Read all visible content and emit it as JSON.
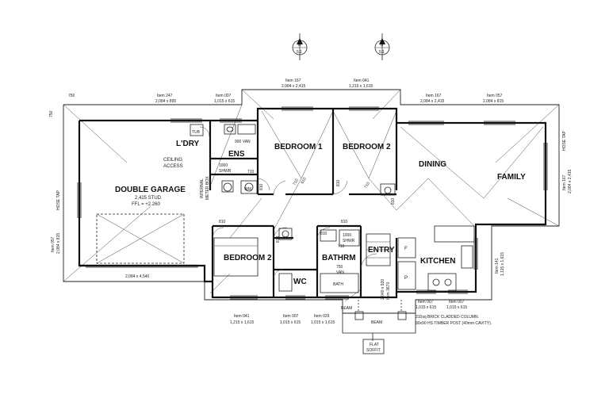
{
  "rooms": {
    "double_garage": "DOUBLE GARAGE",
    "laundry": "L'DRY",
    "ensuite": "ENS",
    "bedroom1": "BEDROOM 1",
    "bedroom2_top": "BEDROOM 2",
    "dining": "DINING",
    "family": "FAMILY",
    "bedroom2_bottom": "BEDROOM 2",
    "bathroom": "BATHRM",
    "wc": "WC",
    "entry": "ENTRY",
    "kitchen": "KITCHEN"
  },
  "garage_notes": {
    "stud": "2,425 STUD",
    "ffl": "FFL = +2.260",
    "ceiling_access_1": "CEILING",
    "ceiling_access_2": "ACCESS",
    "meter_box_1": "INTERNAL",
    "meter_box_2": "METER BOX",
    "tub": "TUB"
  },
  "fixtures": {
    "van_900": "900 VAN",
    "shwr_1000_a1": "1000",
    "shwr_1000_a2": "SHWR",
    "shwr_1000_b1": "1000",
    "shwr_1000_b2": "SHWR",
    "van_750_1": "750",
    "van_750_2": "VAN",
    "bath": "BATH",
    "fridge": "F",
    "pantry": "P",
    "wm": "WM"
  },
  "sections": {
    "a_letter": "A",
    "a_sheet": "5.1",
    "b_letter": "B",
    "b_sheet": "5.1"
  },
  "dimensions": {
    "d750": "750",
    "d750_side": "750",
    "d710": "710",
    "d810_ens": "810",
    "d810_bed1": "810",
    "d810_bed2": "810",
    "d810_hall": "810",
    "d810_bath": "810",
    "d810_entry": "810",
    "d710_b": "710",
    "d710_c": "710",
    "d610": "610",
    "d710_bath": "710",
    "d810_wc": "810"
  },
  "windows": {
    "top_item247_a": "Item 247",
    "top_item247_b": "2,084 x 895",
    "top_item007_a": "Item 007",
    "top_item007_b": "1,015 x 615",
    "top_item167_a": "Item 167",
    "top_item167_b": "2,084 x 2,415",
    "top_item041_a": "Item 041",
    "top_item041_b": "1,215 x 1,615",
    "top_item167b_a": "Item 167",
    "top_item167b_b": "2,084 x 2,415",
    "top_item057_a": "Item 057",
    "top_item057_b": "2,084 x 815",
    "right_item167_a": "Item 167",
    "right_item167_b": "2,084 x 2,415",
    "right_item141_a": "Item 141",
    "right_item141_b": "1,115 x 1,615",
    "right_hosetap": "HOSE TAP",
    "left_hosetap": "HOSE TAP",
    "left_item057_a": "Item 057",
    "left_item057_b": "2,084 x 815",
    "garage_door": "2,084 x 4,540",
    "bottom_item041_a": "Item 041",
    "bottom_item041_b": "1,215 x 1,615",
    "bottom_item007_a": "Item 007",
    "bottom_item007_b": "1,015 x 615",
    "bottom_item029_a": "Item 029",
    "bottom_item029_b": "1,015 x 1,615",
    "kitchen_item007a_a": "Item 007",
    "kitchen_item007a_b": "1,015 x 615",
    "kitchen_item007b_a": "Item 007",
    "kitchen_item007b_b": "1,015 x 615",
    "entry_door_a": "2,040 x 920",
    "entry_door_b": "Item 3670"
  },
  "notes": {
    "column": "310sq BRICK CLADDED COLUMN.",
    "post": "90x90 HS TIMBER POST (40mm CAVITY).",
    "beam_left": "BEAM",
    "beam_bottom": "BEAM",
    "flat": "FLAT",
    "soffit": "SOFFIT"
  }
}
